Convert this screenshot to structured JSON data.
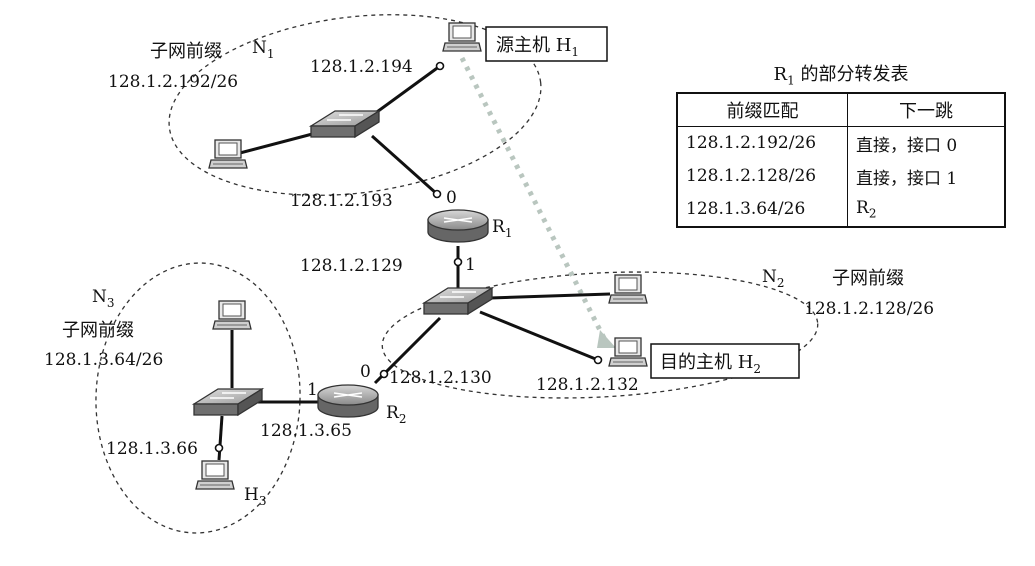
{
  "subnets": {
    "n1": {
      "name": "N",
      "sub": "1",
      "caption": "子网前缀",
      "prefix": "128.1.2.192/26"
    },
    "n2": {
      "name": "N",
      "sub": "2",
      "caption": "子网前缀",
      "prefix": "128.1.2.128/26"
    },
    "n3": {
      "name": "N",
      "sub": "3",
      "caption": "子网前缀",
      "prefix": "128.1.3.64/26"
    }
  },
  "hosts": {
    "h1": {
      "label": "源主机 H",
      "sub": "1"
    },
    "h2": {
      "label": "目的主机 H",
      "sub": "2"
    },
    "h3": {
      "label": "H",
      "sub": "3"
    }
  },
  "routers": {
    "r1": {
      "label": "R",
      "sub": "1"
    },
    "r2": {
      "label": "R",
      "sub": "2"
    }
  },
  "addresses": {
    "h1": "128.1.2.194",
    "r1_if0": "128.1.2.193",
    "r1_if1": "128.1.2.129",
    "r2_if0": "128.1.2.130",
    "h2": "128.1.2.132",
    "r2_if1": "128.1.3.65",
    "h3": "128.1.3.66"
  },
  "ports": {
    "r1_if0": "0",
    "r1_if1": "1",
    "r2_if0": "0",
    "r2_if1": "1"
  },
  "table": {
    "title_pre": "R",
    "title_sub": "1",
    "title_post": " 的部分转发表",
    "headers": [
      "前缀匹配",
      "下一跳"
    ],
    "rows": [
      {
        "prefix": "128.1.2.192/26",
        "next": "直接，接口 0"
      },
      {
        "prefix": "128.1.2.128/26",
        "next": "直接，接口 1"
      },
      {
        "prefix": "128.1.3.64/26",
        "next": "R",
        "next_sub": "2"
      }
    ]
  }
}
